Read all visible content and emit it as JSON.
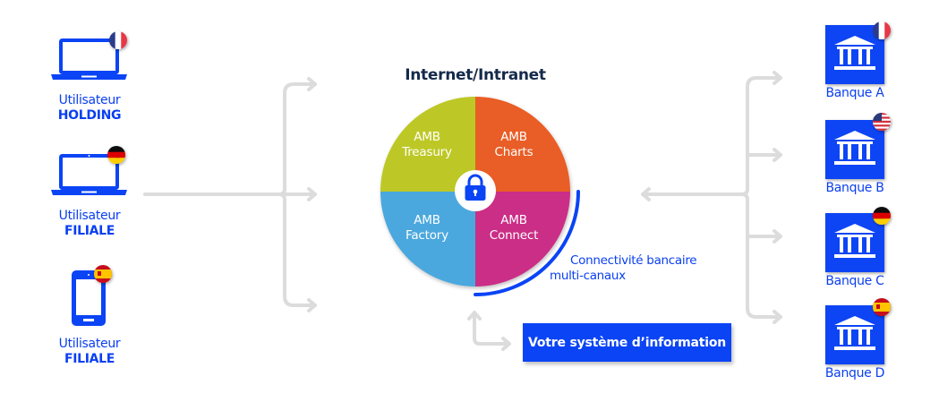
{
  "header": {
    "title": "Internet/Intranet"
  },
  "users": [
    {
      "line1": "Utilisateur",
      "line2": "HOLDING",
      "device": "laptop-icon",
      "flag": "france-flag-icon"
    },
    {
      "line1": "Utilisateur",
      "line2": "FILIALE",
      "device": "laptop-icon",
      "flag": "germany-flag-icon"
    },
    {
      "line1": "Utilisateur",
      "line2": "FILIALE",
      "device": "smartphone-icon",
      "flag": "spain-flag-icon"
    }
  ],
  "modules": [
    {
      "line1": "AMB",
      "line2": "Treasury",
      "color": "#bdc825"
    },
    {
      "line1": "AMB",
      "line2": "Charts",
      "color": "#e95d25"
    },
    {
      "line1": "AMB",
      "line2": "Factory",
      "color": "#4ca8de"
    },
    {
      "line1": "AMB",
      "line2": "Connect",
      "color": "#cb2e86"
    }
  ],
  "center_icon": "lock-icon",
  "connectivity": {
    "line1": "Connectivité bancaire",
    "line2": "multi-canaux"
  },
  "info_system": {
    "label": "Votre système d’information"
  },
  "banks": [
    {
      "label": "Banque A",
      "flag": "france-flag-icon"
    },
    {
      "label": "Banque B",
      "flag": "usa-flag-icon"
    },
    {
      "label": "Banque C",
      "flag": "germany-flag-icon"
    },
    {
      "label": "Banque D",
      "flag": "spain-flag-icon"
    }
  ],
  "colors": {
    "accent": "#0a44f5",
    "connector": "#dcdcdc",
    "title": "#142a4a"
  }
}
